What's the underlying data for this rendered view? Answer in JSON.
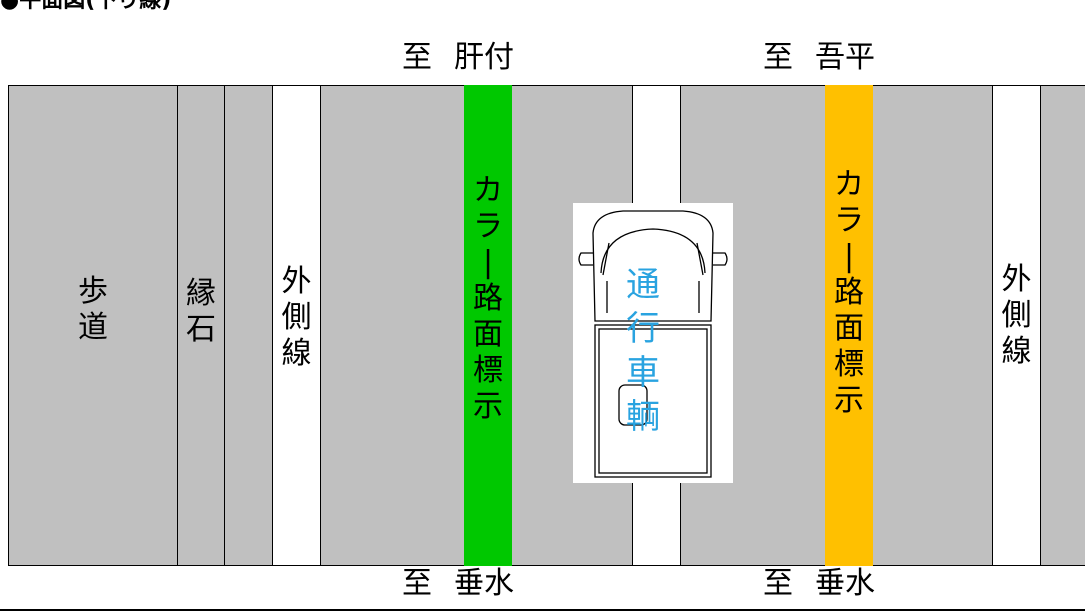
{
  "title": "●平面図(下り線)",
  "directions": {
    "top_left": {
      "prefix": "至",
      "place": "肝付"
    },
    "top_right": {
      "prefix": "至",
      "place": "吾平"
    },
    "bottom_left": {
      "prefix": "至",
      "place": "垂水"
    },
    "bottom_right": {
      "prefix": "至",
      "place": "垂水"
    }
  },
  "strips": {
    "sidewalk": "歩道",
    "curb": "縁石",
    "left_edge_line": "外側線",
    "green_marking": "カラー路面標示",
    "orange_marking": "カラー路面標示",
    "right_edge_line": "外側線"
  },
  "vehicle": {
    "label": "通行車輌"
  },
  "colors": {
    "asphalt": "#c0c0c0",
    "edge_line": "#ffffff",
    "green_marking": "#00c800",
    "orange_marking": "#ffc000",
    "vehicle_label": "#29a3e0"
  }
}
